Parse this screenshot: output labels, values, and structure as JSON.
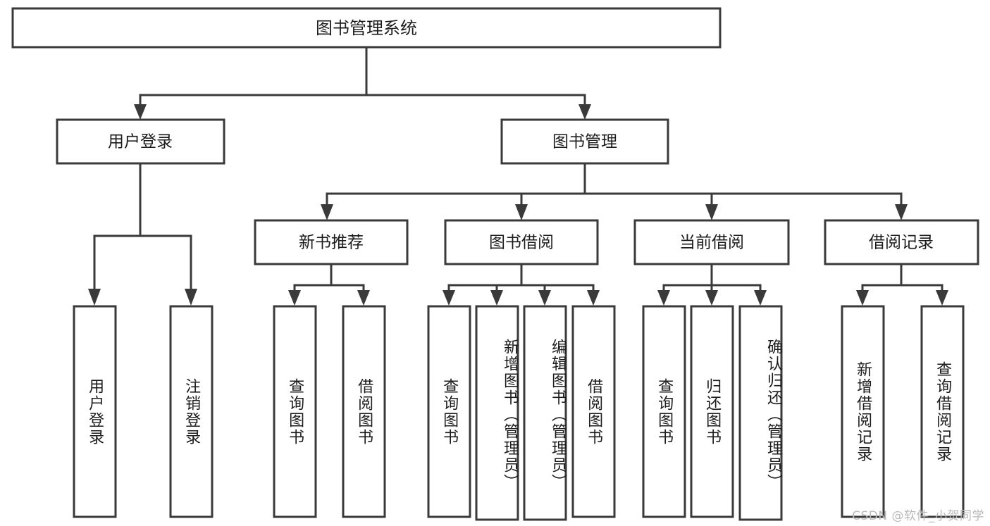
{
  "diagram": {
    "title": "图书管理系统",
    "type": "tree",
    "orientation": "top-down",
    "colors": {
      "box_stroke": "#3a3a3a",
      "box_fill": "#ffffff",
      "connector": "#3a3a3a",
      "text": "#1c1c1c",
      "watermark": "#b9b9b9",
      "background": "#ffffff"
    },
    "root": {
      "label": "图书管理系统"
    },
    "level2": [
      {
        "id": "user-login",
        "label": "用户登录"
      },
      {
        "id": "book-manage",
        "label": "图书管理"
      }
    ],
    "level3": [
      {
        "id": "new-book-rec",
        "label": "新书推荐",
        "parent": "book-manage"
      },
      {
        "id": "book-borrow",
        "label": "图书借阅",
        "parent": "book-manage"
      },
      {
        "id": "current-borrow",
        "label": "当前借阅",
        "parent": "book-manage"
      },
      {
        "id": "borrow-record",
        "label": "借阅记录",
        "parent": "book-manage"
      }
    ],
    "leaves": {
      "user-login": [
        {
          "id": "leaf-user-login",
          "label": "用户登录"
        },
        {
          "id": "leaf-user-logout",
          "label": "注销登录"
        }
      ],
      "new-book-rec": [
        {
          "id": "leaf-query-book-1",
          "label": "查询图书"
        },
        {
          "id": "leaf-borrow-book-1",
          "label": "借阅图书"
        }
      ],
      "book-borrow": [
        {
          "id": "leaf-query-book-2",
          "label": "查询图书"
        },
        {
          "id": "leaf-add-book",
          "label": "新增图书（管理员）"
        },
        {
          "id": "leaf-edit-book",
          "label": "编辑图书（管理员）"
        },
        {
          "id": "leaf-borrow-book-2",
          "label": "借阅图书"
        }
      ],
      "current-borrow": [
        {
          "id": "leaf-query-book-3",
          "label": "查询图书"
        },
        {
          "id": "leaf-return-book",
          "label": "归还图书"
        },
        {
          "id": "leaf-confirm-return",
          "label": "确认归还（管理员）"
        }
      ],
      "borrow-record": [
        {
          "id": "leaf-add-record",
          "label": "新增借阅记录"
        },
        {
          "id": "leaf-query-record",
          "label": "查询借阅记录"
        }
      ]
    }
  },
  "watermark": {
    "text": "CSDN @软件_小贺同学"
  }
}
